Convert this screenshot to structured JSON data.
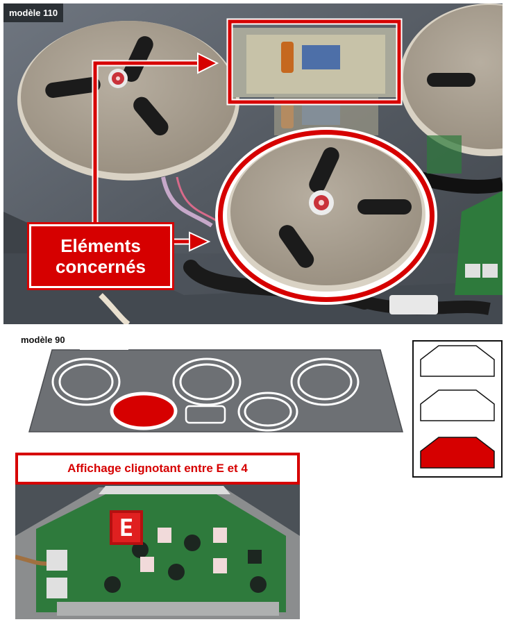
{
  "photo_top": {
    "label": "modèle 110",
    "callout": {
      "line1": "Eléments",
      "line2": "concernés"
    }
  },
  "hob_diagram": {
    "label": "modèle 90"
  },
  "photo_bottom": {
    "banner": "Affichage clignotant entre E et 4",
    "display_digit": "E"
  },
  "colors": {
    "highlight_red": "#d60000",
    "panel_gray": "#6d7074",
    "board_green": "#2e7a3c"
  }
}
